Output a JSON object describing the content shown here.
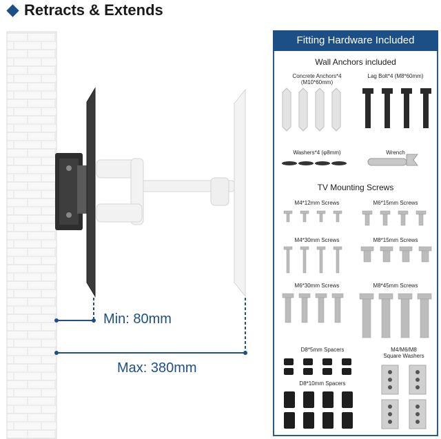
{
  "header": {
    "title": "Retracts & Extends",
    "bullet_icon": "diamond-icon",
    "accent": "#1d4f87"
  },
  "dimensions": {
    "min_label": "Min: 80mm",
    "max_label": "Max: 380mm"
  },
  "hardware": {
    "title": "Fitting Hardware Included",
    "wall_anchors": {
      "heading": "Wall Anchors included",
      "concrete": [
        "Concrete Anchors*4",
        "(M10*60mm)"
      ],
      "lag_bolt": "Lag Bolt*4 (M8*60mm)",
      "washers": "Washers*4 (φ8mm)",
      "wrench": "Wrench"
    },
    "tv_screws": {
      "heading": "TV Mounting Screws",
      "items": [
        "M4*12mm Screws",
        "M6*15mm Screws",
        "M4*30mm Screws",
        "M8*15mm Screws",
        "M6*30mm Screws",
        "M8*45mm Screws"
      ]
    },
    "spacers": {
      "d8_5": "D8*5mm Spacers",
      "d8_10": "D8*10mm Spacers",
      "square_washers": [
        "M4/M6/M8",
        "Square Washers"
      ]
    }
  }
}
